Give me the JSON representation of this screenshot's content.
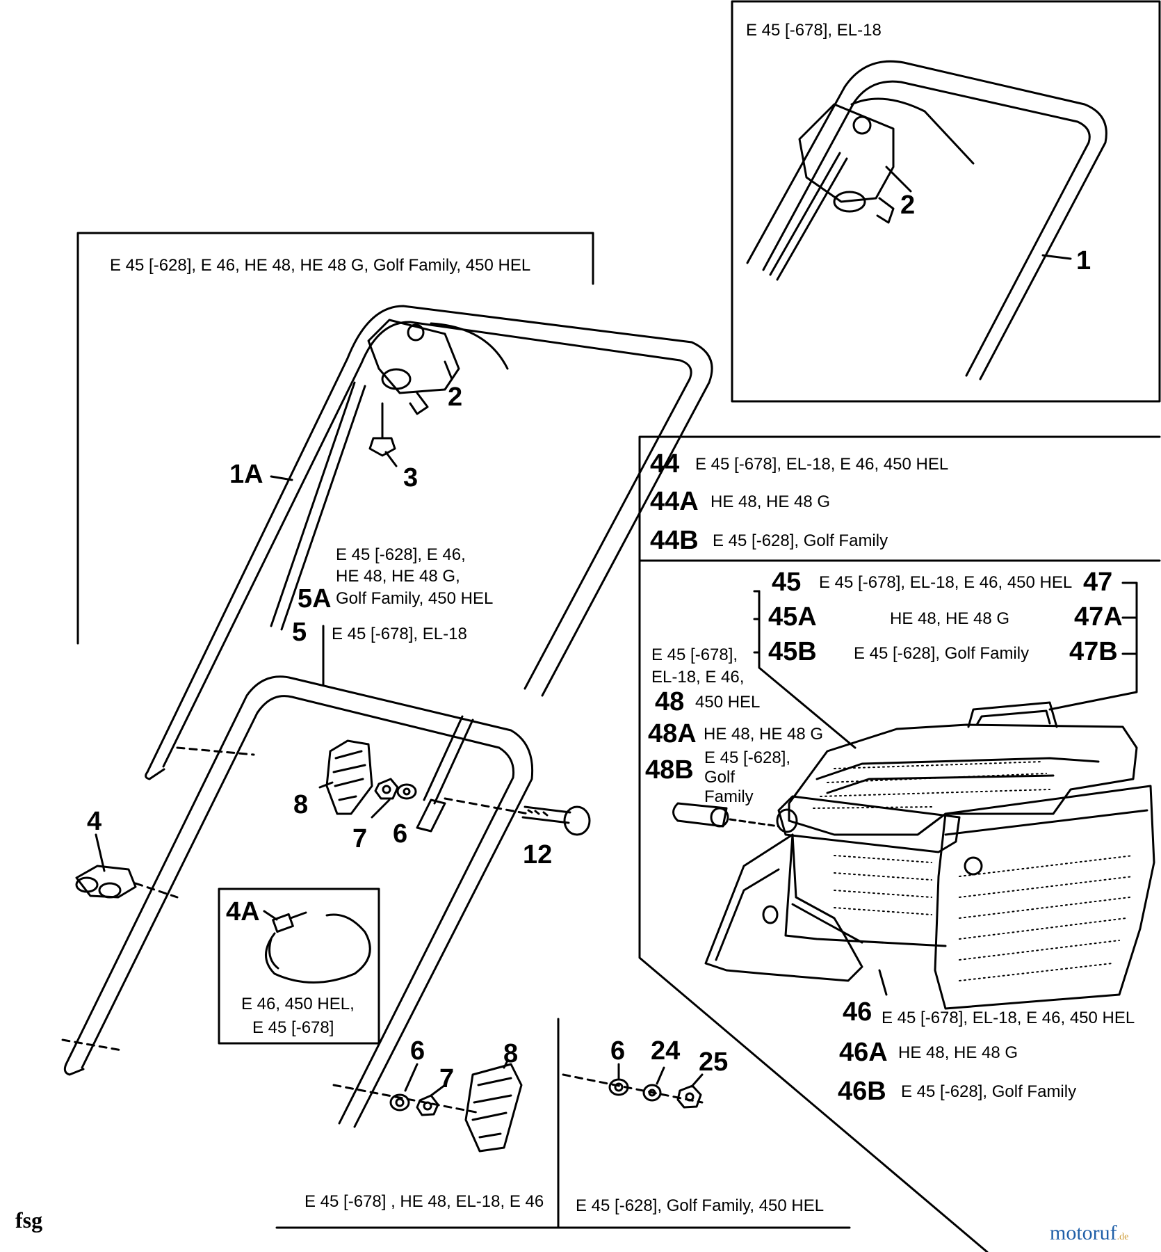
{
  "panels": {
    "top_right": {
      "caption": "E 45 [-678], EL-18"
    },
    "top_left": {
      "caption": "E 45 [-628], E 46, HE 48, HE 48 G, Golf Family, 450 HEL"
    },
    "clamp_4a": {
      "label": "4A",
      "caption_line1": "E 46, 450 HEL,",
      "caption_line2": "E 45 [-678]"
    },
    "bottom_left": {
      "caption": "E 45 [-678] , HE 48, EL-18, E 46"
    },
    "bottom_right": {
      "caption": "E 45 [-628], Golf Family, 450 HEL"
    }
  },
  "handle_5a_note": {
    "line1": "E 45 [-628], E 46,",
    "line2": "HE 48, HE 48 G,",
    "line3": "Golf Family, 450 HEL"
  },
  "handle_5_note": "E 45 [-678], EL-18",
  "part_labels": {
    "p1": "1",
    "p2a": "2",
    "p2b": "2",
    "p3": "3",
    "p1a": "1A",
    "p5a": "5A",
    "p5": "5",
    "p4": "4",
    "p8a": "8",
    "p7a": "7",
    "p6a": "6",
    "p12": "12",
    "p6b": "6",
    "p7b": "7",
    "p8b": "8",
    "p6c": "6",
    "p24": "24",
    "p25": "25"
  },
  "grass_bag_variants": [
    {
      "code": "44",
      "models": "E 45 [-678], EL-18, E 46, 450 HEL"
    },
    {
      "code": "44A",
      "models": "HE 48, HE 48 G"
    },
    {
      "code": "44B",
      "models": "E 45 [-628], Golf Family"
    }
  ],
  "frame_variants": [
    {
      "code": "45",
      "models": "E 45 [-678], EL-18, E 46, 450 HEL",
      "pair": "47"
    },
    {
      "code": "45A",
      "models": "HE 48, HE 48 G",
      "pair": "47A"
    },
    {
      "code": "45B",
      "models": "E 45 [-628], Golf Family",
      "pair": "47B"
    }
  ],
  "axle_variants": {
    "code48": "48",
    "models48_line1": "E 45 [-678],",
    "models48_line2": "EL-18, E 46,",
    "models48_line3": "450 HEL",
    "code48a": "48A",
    "models48a": "HE 48, HE 48 G",
    "code48b": "48B",
    "models48b_line1": "E 45 [-628],",
    "models48b_line2": "Golf",
    "models48b_line3": "Family"
  },
  "bottom_variants": [
    {
      "code": "46",
      "models": "E 45 [-678], EL-18, E 46, 450 HEL"
    },
    {
      "code": "46A",
      "models": "HE 48, HE 48 G"
    },
    {
      "code": "46B",
      "models": "E 45 [-628], Golf Family"
    }
  ],
  "footer_code": "fsg",
  "watermark": {
    "brand": "motoruf",
    "suffix": ".de",
    "brand_color": "#1f5fa8",
    "suffix_color": "#cc9933"
  },
  "icons": [
    "handle-tube-icon",
    "cable-clip-icon",
    "screw-icon",
    "knob-icon",
    "washer-icon",
    "nut-icon",
    "bolt-icon",
    "hose-clamp-icon",
    "grass-bag-icon"
  ]
}
